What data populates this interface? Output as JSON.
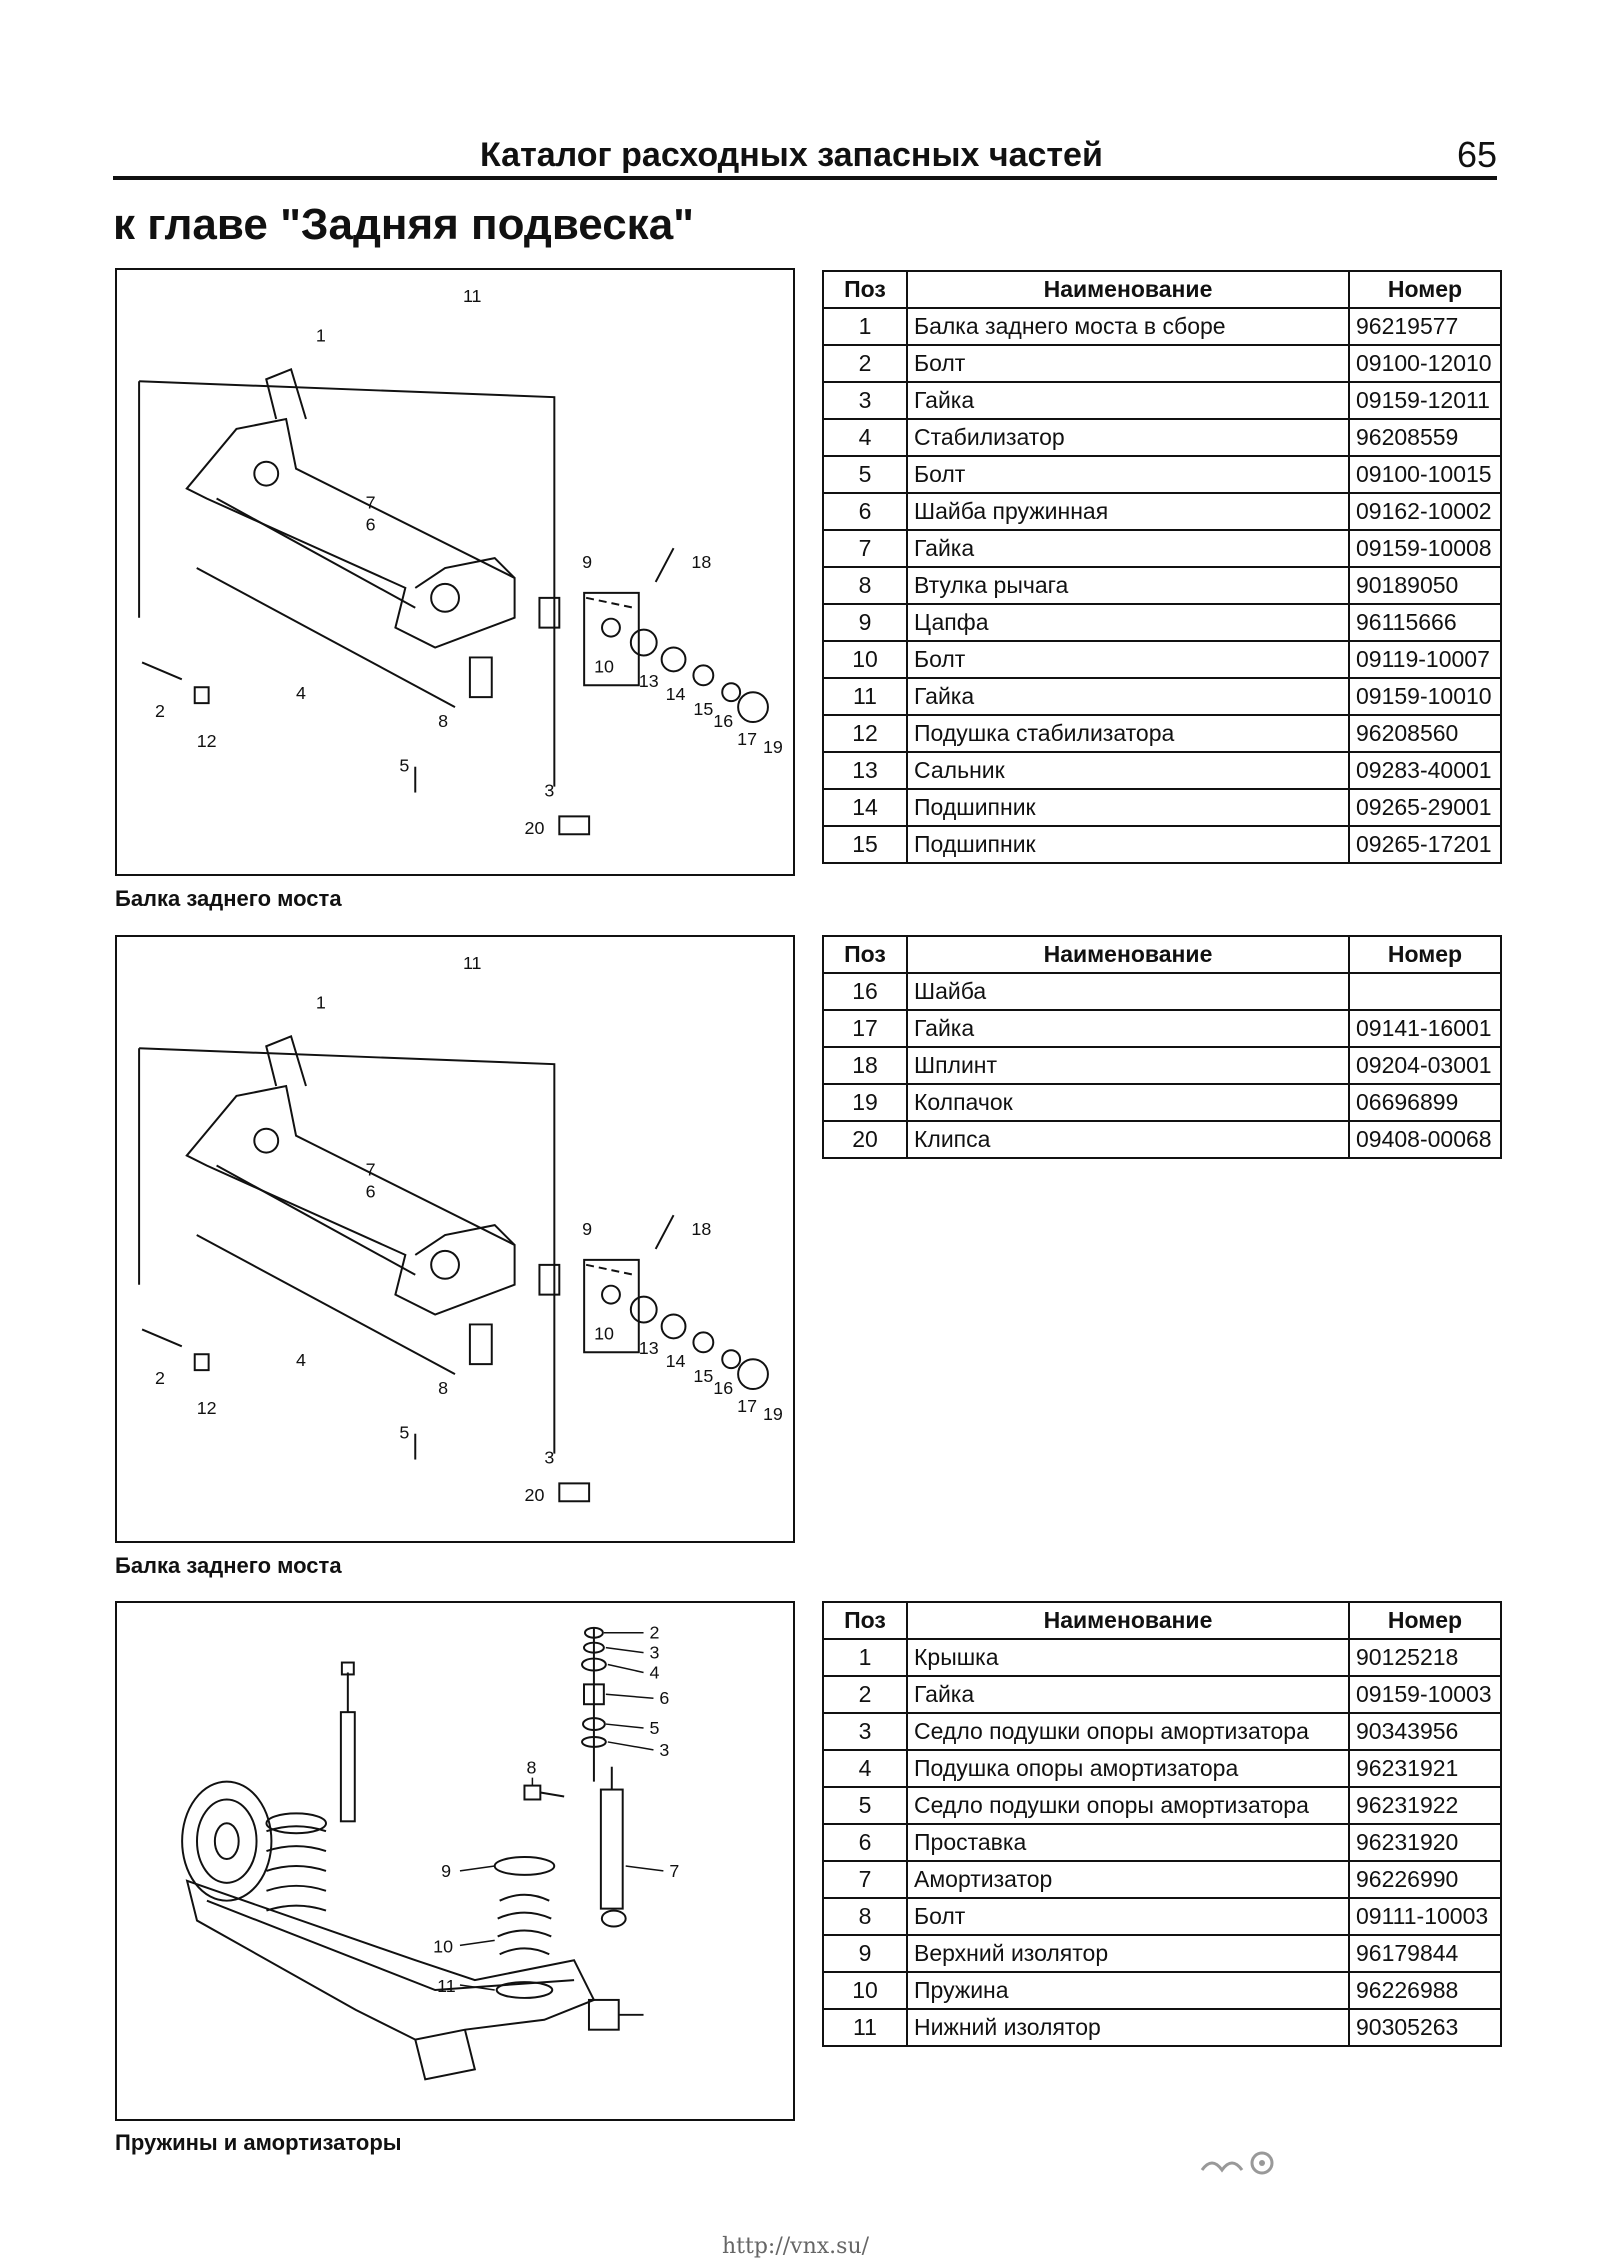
{
  "header": {
    "title": "Каталог расходных запасных частей",
    "page_number": "65"
  },
  "chapter_title": "к главе \"Задняя подвеска\"",
  "table_headers": {
    "pos": "Поз",
    "name": "Наименование",
    "number": "Номер"
  },
  "section1": {
    "caption": "Балка заднего моста",
    "figure_labels": [
      "1",
      "2",
      "3",
      "4",
      "5",
      "6",
      "7",
      "8",
      "9",
      "10",
      "11",
      "12",
      "13",
      "14",
      "15",
      "16",
      "17",
      "18",
      "19",
      "20"
    ],
    "rows": [
      {
        "pos": "1",
        "name": "Балка заднего моста в сборе",
        "number": "96219577"
      },
      {
        "pos": "2",
        "name": "Болт",
        "number": "09100-12010"
      },
      {
        "pos": "3",
        "name": "Гайка",
        "number": "09159-12011"
      },
      {
        "pos": "4",
        "name": "Стабилизатор",
        "number": "96208559"
      },
      {
        "pos": "5",
        "name": "Болт",
        "number": "09100-10015"
      },
      {
        "pos": "6",
        "name": "Шайба пружинная",
        "number": "09162-10002"
      },
      {
        "pos": "7",
        "name": "Гайка",
        "number": "09159-10008"
      },
      {
        "pos": "8",
        "name": "Втулка рычага",
        "number": "90189050"
      },
      {
        "pos": "9",
        "name": "Цапфа",
        "number": "96115666"
      },
      {
        "pos": "10",
        "name": "Болт",
        "number": "09119-10007"
      },
      {
        "pos": "11",
        "name": "Гайка",
        "number": "09159-10010"
      },
      {
        "pos": "12",
        "name": "Подушка стабилизатора",
        "number": "96208560"
      },
      {
        "pos": "13",
        "name": "Сальник",
        "number": "09283-40001"
      },
      {
        "pos": "14",
        "name": "Подшипник",
        "number": "09265-29001"
      },
      {
        "pos": "15",
        "name": "Подшипник",
        "number": "09265-17201"
      }
    ]
  },
  "section2": {
    "caption": "Балка заднего моста",
    "figure_labels": [
      "1",
      "2",
      "3",
      "4",
      "5",
      "6",
      "7",
      "8",
      "9",
      "10",
      "11",
      "12",
      "13",
      "14",
      "15",
      "16",
      "17",
      "18",
      "19",
      "20"
    ],
    "rows": [
      {
        "pos": "16",
        "name": "Шайба",
        "number": ""
      },
      {
        "pos": "17",
        "name": "Гайка",
        "number": "09141-16001"
      },
      {
        "pos": "18",
        "name": "Шплинт",
        "number": "09204-03001"
      },
      {
        "pos": "19",
        "name": "Колпачок",
        "number": "06696899"
      },
      {
        "pos": "20",
        "name": "Клипса",
        "number": "09408-00068"
      }
    ]
  },
  "section3": {
    "caption": "Пружины и амортизаторы",
    "figure_labels": [
      "2",
      "3",
      "4",
      "6",
      "5",
      "3",
      "8",
      "7",
      "9",
      "10",
      "11"
    ],
    "rows": [
      {
        "pos": "1",
        "name": "Крышка",
        "number": "90125218"
      },
      {
        "pos": "2",
        "name": "Гайка",
        "number": "09159-10003"
      },
      {
        "pos": "3",
        "name": "Седло подушки опоры амортизатора",
        "number": "90343956"
      },
      {
        "pos": "4",
        "name": "Подушка опоры амортизатора",
        "number": "96231921"
      },
      {
        "pos": "5",
        "name": "Седло подушки опоры амортизатора",
        "number": "96231922"
      },
      {
        "pos": "6",
        "name": "Проставка",
        "number": "96231920"
      },
      {
        "pos": "7",
        "name": "Амортизатор",
        "number": "96226990"
      },
      {
        "pos": "8",
        "name": "Болт",
        "number": "09111-10003"
      },
      {
        "pos": "9",
        "name": "Верхний изолятор",
        "number": "96179844"
      },
      {
        "pos": "10",
        "name": "Пружина",
        "number": "96226988"
      },
      {
        "pos": "11",
        "name": "Нижний изолятор",
        "number": "90305263"
      }
    ]
  },
  "footer": {
    "url": "http://vnx.su/"
  }
}
